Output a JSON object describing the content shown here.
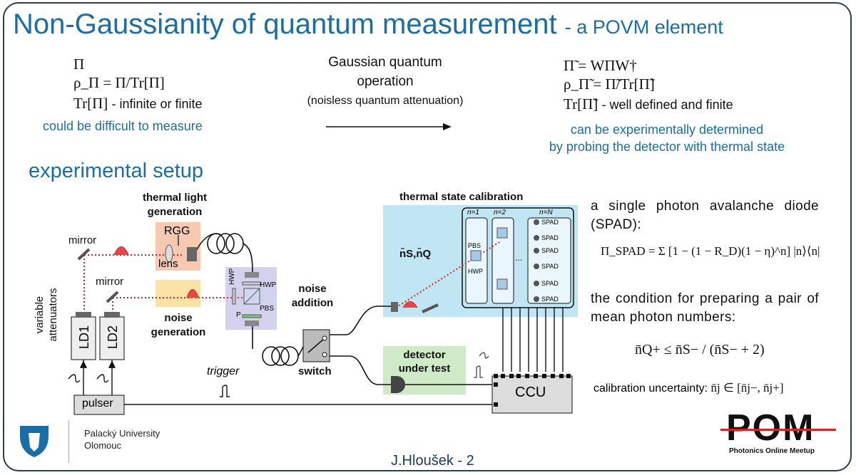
{
  "title": {
    "main": "Non-Gaussianity of quantum measurement",
    "sub": "- a POVM element"
  },
  "left_block": {
    "line1": "Π",
    "line2": "ρ_Π = Π/Tr[Π]",
    "line3_math": "Tr[Π]",
    "line3_text": "- infinite or finite",
    "note": "could be difficult to measure"
  },
  "middle_block": {
    "line1": "Gaussian quantum",
    "line2": "operation",
    "line3": "(noisless quantum attenuation)"
  },
  "right_block": {
    "line1": "Π̃ = WΠW†",
    "line2": "ρ_Π̃ = Π̃/Tr[Π̃]",
    "line3_math": "Tr[Π̃]",
    "line3_text": "- well defined and finite",
    "note1": "can be experimentally determined",
    "note2": "by probing the detector with thermal state"
  },
  "section_title": "experimental setup",
  "setup": {
    "thermal_light_1": "thermal light",
    "thermal_light_2": "generation",
    "rgg": "RGG",
    "lens": "lens",
    "mirror1": "mirror",
    "mirror2": "mirror",
    "noise_gen_1": "noise",
    "noise_gen_2": "generation",
    "variable_1": "variable",
    "variable_2": "attenuators",
    "ld1": "LD1",
    "ld2": "LD2",
    "pulser": "pulser",
    "trigger": "trigger",
    "hwp1": "HWP",
    "hwp2": "HWP",
    "pbs": "PBS",
    "p": "P",
    "noise_add_1": "noise",
    "noise_add_2": "addition",
    "switch": "switch",
    "detector_1": "detector",
    "detector_2": "under test",
    "ccu": "CCU",
    "thermal_cal": "thermal state calibration",
    "ns_nq": "n̄S,n̄Q",
    "n1": "n=1",
    "n2": "n=2",
    "nN": "n=N",
    "cal_pbs": "PBS",
    "cal_hwp": "HWP",
    "dots": "...",
    "spad": "SPAD"
  },
  "right_panel": {
    "spad_text": "a single photon avalanche diode (SPAD):",
    "formula": "Π_SPAD = Σ [1 − (1 − R_D)(1 − η)^n] |n⟩⟨n|",
    "condition": "the condition for preparing a pair of mean photon numbers:",
    "inequality": "n̄Q+ ≤ n̄S− / (n̄S− + 2)",
    "uncertainty_text": "calibration uncertainty:",
    "uncertainty_math": "n̄j ∈ [n̄j−, n̄j+]"
  },
  "footer": {
    "university_1": "Palacký University",
    "university_2": "Olomouc",
    "author": "J.Hloušek - 2",
    "pom": "POM",
    "pom_sub": "Photonics Online Meetup"
  }
}
